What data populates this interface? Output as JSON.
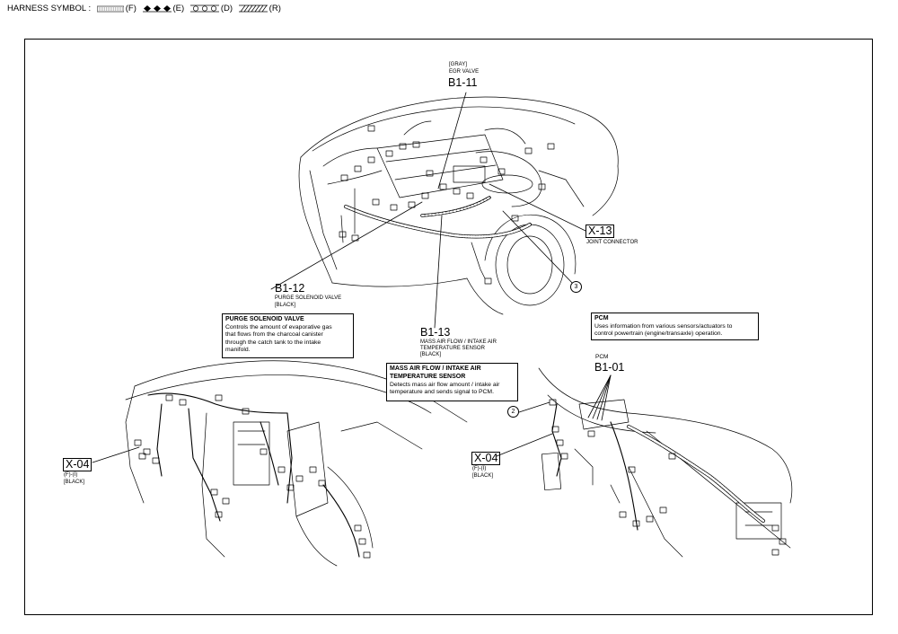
{
  "header": {
    "prefix": "HARNESS SYMBOL :",
    "symbols": [
      {
        "code": "(F)",
        "icon": "dotted-band"
      },
      {
        "code": "(E)",
        "icon": "diamond-chain"
      },
      {
        "code": "(D)",
        "icon": "circle-chain"
      },
      {
        "code": "(R)",
        "icon": "hatched-band"
      }
    ]
  },
  "labels": {
    "b1_11": {
      "top": "[GRAY]",
      "name": "EGR VALVE",
      "code": "B1-11"
    },
    "x_13": {
      "code": "X-13",
      "name": "JOINT CONNECTOR"
    },
    "b1_12": {
      "code": "B1-12",
      "name": "PURGE SOLENOID VALVE",
      "color": "[BLACK]"
    },
    "b1_13": {
      "code": "B1-13",
      "name1": "MASS AIR FLOW / INTAKE AIR",
      "name2": "TEMPERATURE SENSOR",
      "color": "[BLACK]"
    },
    "b1_01": {
      "top": "PCM",
      "code": "B1-01"
    },
    "x_04_left": {
      "code": "X-04",
      "sub": "(F)-(I)",
      "color": "[BLACK]"
    },
    "x_04_right": {
      "code": "X-04",
      "sub": "(F)-(I)",
      "color": "[BLACK]"
    },
    "marker_3": "3",
    "marker_2": "2"
  },
  "notes": {
    "purge": {
      "title": "PURGE SOLENOID VALVE",
      "lines": [
        "Controls the amount of evaporative gas",
        "that flows from the charcoal canister",
        "through the catch tank to the intake",
        "manifold."
      ]
    },
    "maf": {
      "title1": "MASS AIR FLOW / INTAKE AIR",
      "title2": "TEMPERATURE SENSOR",
      "lines": [
        "Detects mass air flow amount / intake air",
        "temperature and sends signal to PCM."
      ]
    },
    "pcm": {
      "title": "PCM",
      "lines": [
        "Uses information from various sensors/actuators to",
        "control powertrain (engine/transaxle) operation."
      ]
    }
  }
}
